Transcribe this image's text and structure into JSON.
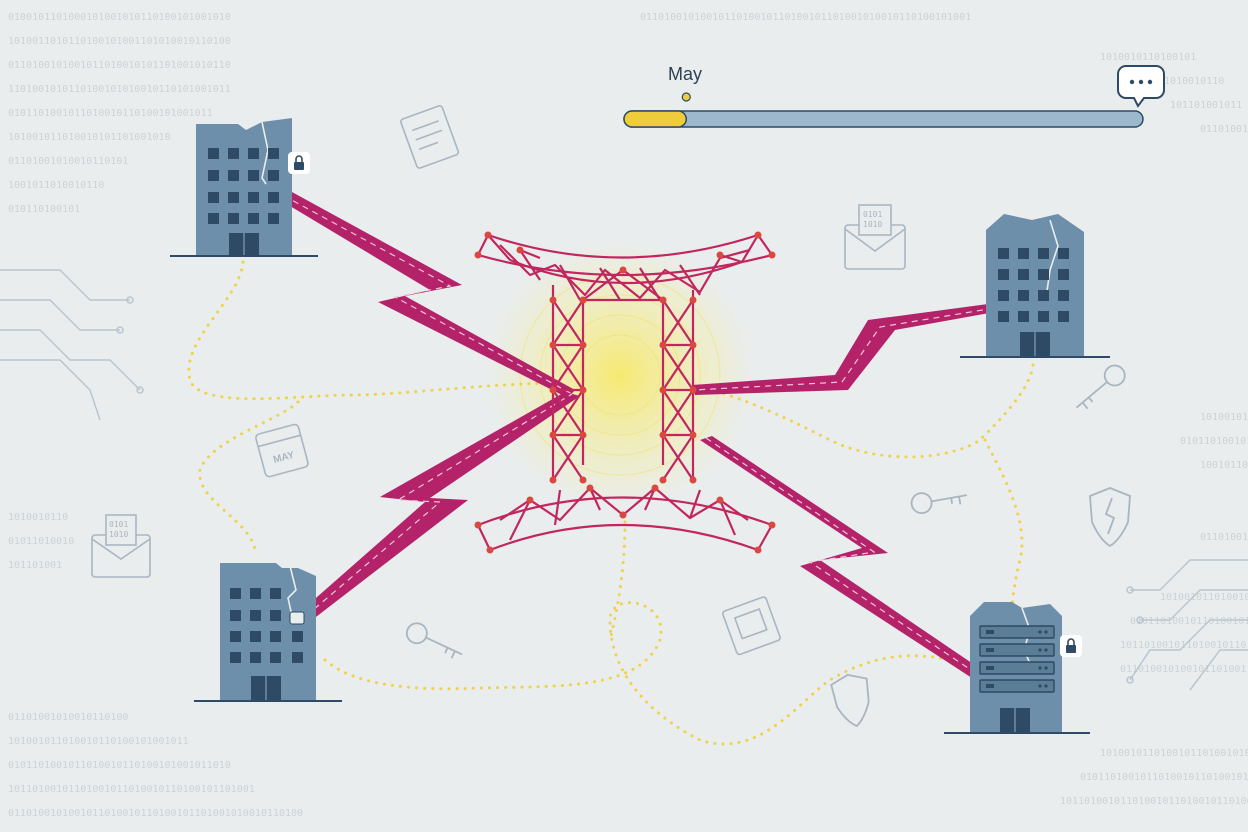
{
  "timeline": {
    "month_label": "May",
    "progress_fraction": 0.12
  },
  "calendar_icon_text": "MAY",
  "colors": {
    "background": "#e9eded",
    "building": "#6d8fa9",
    "building_dark": "#5b7d96",
    "window": "#2e4a64",
    "tower": "#c2265f",
    "bolt": "#b4236a",
    "dotted_path": "#f0d24a",
    "progress_fill": "#efcc3c",
    "progress_track": "#9db8cc",
    "glow": "#f7e96a",
    "faint_icon": "#a9b6c1"
  },
  "icons": [
    "chat-bubble-icon",
    "lock-icon",
    "key-icon",
    "envelope-icon",
    "shield-icon",
    "document-icon",
    "calendar-icon",
    "circuit-trace-icon",
    "binary-text-decoration"
  ]
}
